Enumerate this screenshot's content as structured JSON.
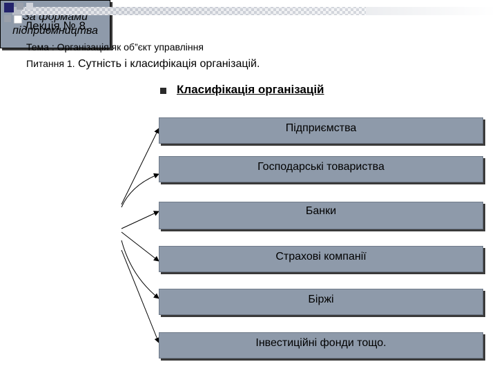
{
  "header": {
    "lecture": "Лекція № 8.",
    "topic": "Тема : Організація як об”єкт управління",
    "question_prefix": "Питання 1.",
    "question_text": "Сутність і класифікація організацій."
  },
  "bullet_heading": "Класифікація організацій",
  "diagram": {
    "source": {
      "line1": "За формами",
      "line2": "підприємництва"
    },
    "targets": [
      "Підприємства",
      "Господарські товариства",
      "Банки",
      "Страхові компанії",
      "Біржі",
      "Інвестиційні фонди тощо."
    ]
  },
  "colors": {
    "box_fill": "#8e9aaa",
    "deco_dark": "#23236b",
    "deco_gray": "#9aa0ab"
  }
}
